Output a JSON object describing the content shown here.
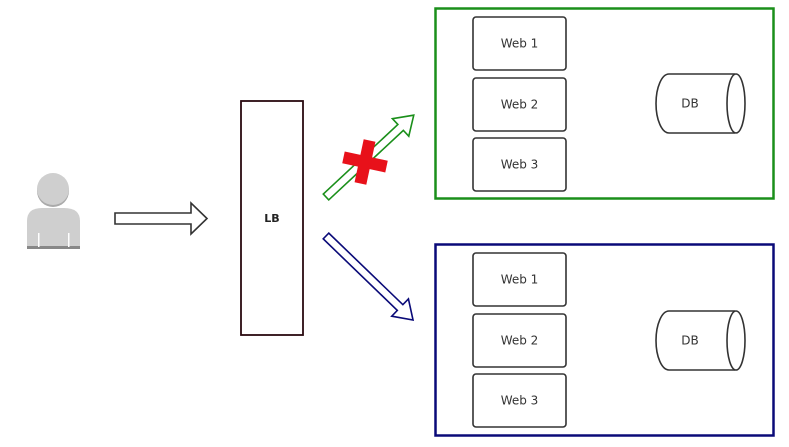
{
  "load_balancer": {
    "label": "LB"
  },
  "groups": [
    {
      "status": "failed",
      "border_color": "#1a8f1a",
      "servers": [
        "Web 1",
        "Web 2",
        "Web 3"
      ],
      "db_label": "DB"
    },
    {
      "status": "active",
      "border_color": "#0a0a78",
      "servers": [
        "Web 1",
        "Web 2",
        "Web 3"
      ],
      "db_label": "DB"
    }
  ],
  "colors": {
    "user": "#c8c8c8",
    "lb_border": "#2a0a10",
    "blocked_mark": "#e8111a"
  },
  "icons": {
    "user": "user-icon",
    "blocked": "red-cross-icon"
  }
}
